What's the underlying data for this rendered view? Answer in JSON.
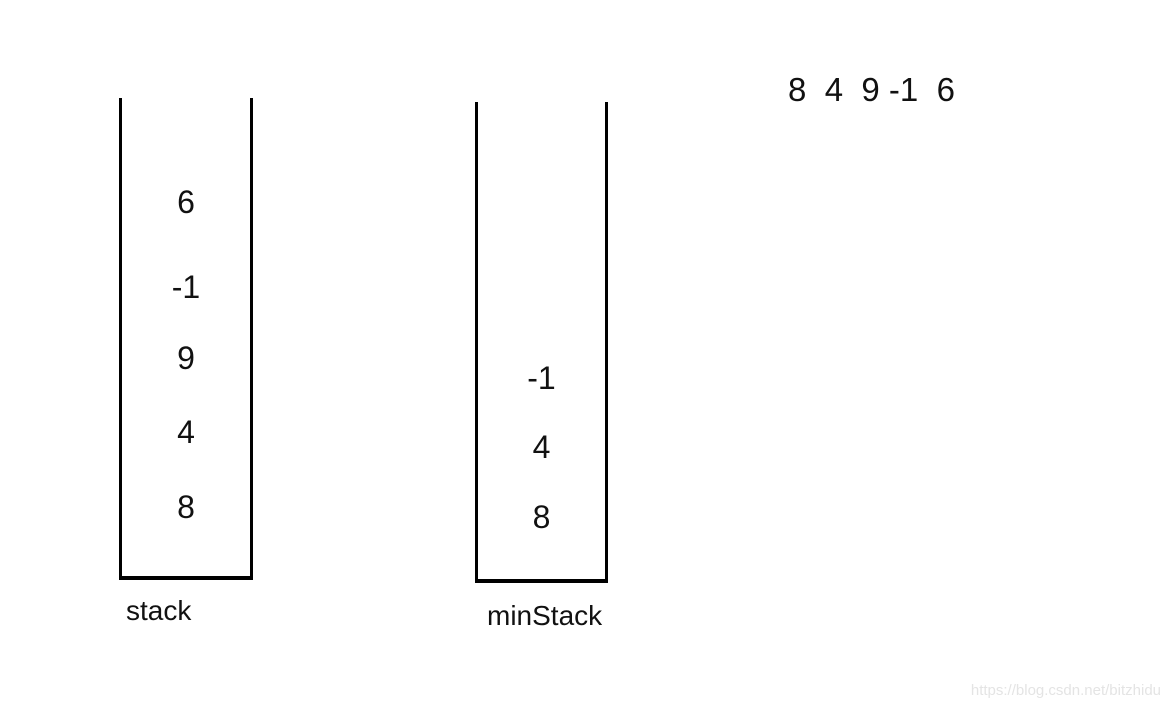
{
  "canvas": {
    "background": "#ffffff",
    "ink_color": "#000000",
    "watermark_color": "#e4e4e4"
  },
  "push_sequence": {
    "text": "8  4  9 -1  6"
  },
  "stacks": [
    {
      "label": "stack",
      "values": [
        "6",
        "-1",
        "9",
        "4",
        "8"
      ]
    },
    {
      "label": "minStack",
      "values": [
        "-1",
        "4",
        "8"
      ]
    }
  ],
  "watermark": {
    "text": "https://blog.csdn.net/bitzhidu"
  }
}
